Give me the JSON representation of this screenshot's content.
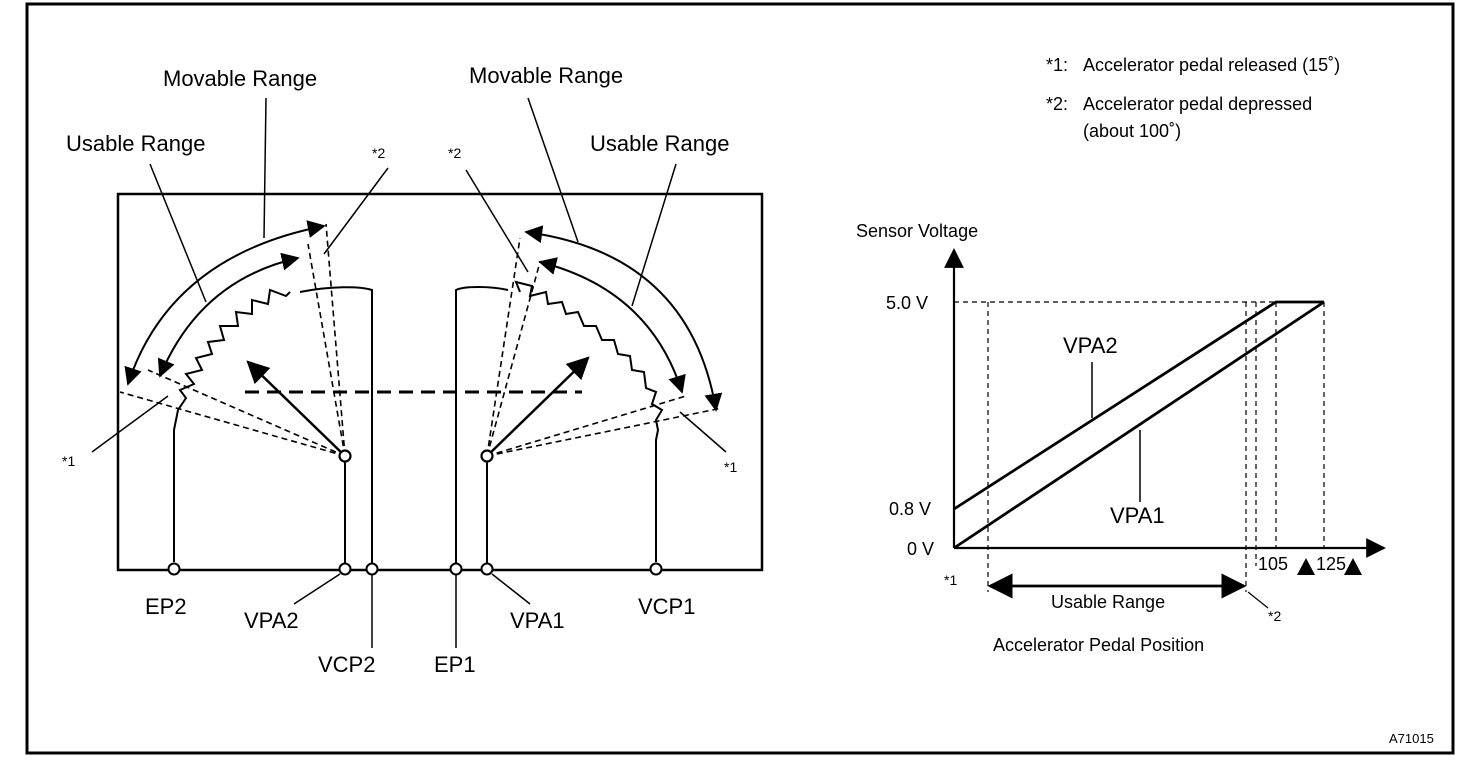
{
  "notes": {
    "n1_mark": "*1:",
    "n1_text": "Accelerator pedal released (15˚)",
    "n2_mark": "*2:",
    "n2_text": "Accelerator  pedal  depressed",
    "n2_text_cont": "(about 100˚)"
  },
  "left_sensor": {
    "movable_range": "Movable Range",
    "usable_range": "Usable Range",
    "mark_released": "*1",
    "mark_depressed": "*2",
    "terminals": [
      "EP2",
      "VPA2",
      "VCP2"
    ]
  },
  "right_sensor": {
    "movable_range": "Movable Range",
    "usable_range": "Usable Range",
    "mark_released": "*1",
    "mark_depressed": "*2",
    "terminals": [
      "EP1",
      "VPA1",
      "VCP1"
    ]
  },
  "graph": {
    "ylabel": "Sensor Voltage",
    "xlabel": "Accelerator Pedal Position",
    "y_ticks": [
      "5.0 V",
      "0.8 V",
      "0 V"
    ],
    "x_ticks": [
      "105",
      "125"
    ],
    "usable_range": "Usable Range",
    "mark_released": "*1",
    "mark_depressed": "*2",
    "series": [
      "VPA2",
      "VPA1"
    ]
  },
  "figure_id": "A71015"
}
